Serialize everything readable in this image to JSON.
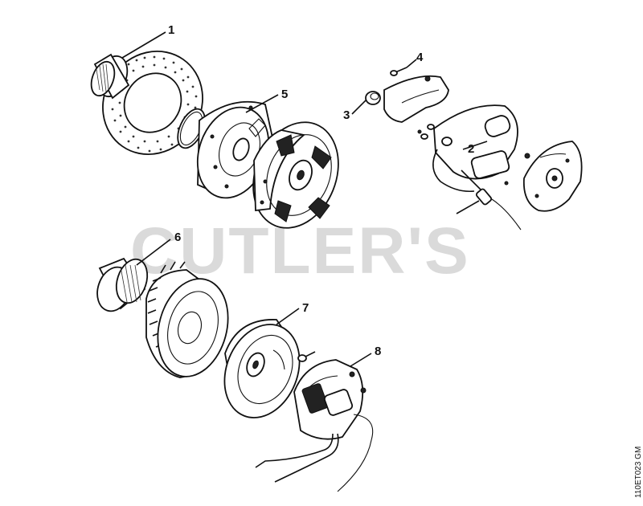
{
  "diagram": {
    "watermark": "CUTLER'S",
    "drawing_code": "110ET023 GM",
    "callouts": [
      "1",
      "2",
      "3",
      "4",
      "5",
      "6",
      "7",
      "8"
    ]
  },
  "colors": {
    "line": "#111111",
    "watermark": "#d4d4d4",
    "background": "#ffffff"
  }
}
